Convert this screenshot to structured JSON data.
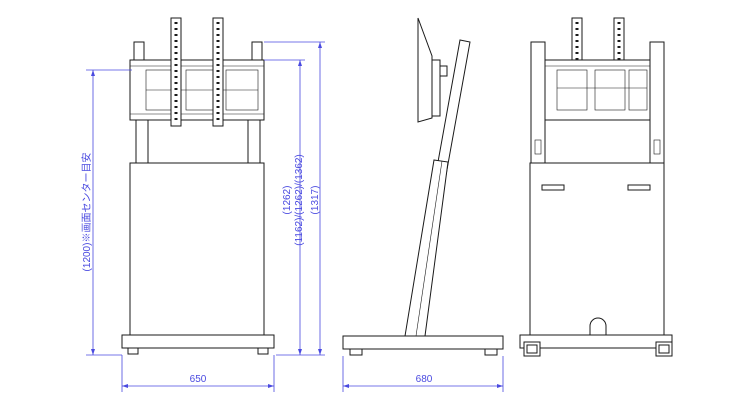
{
  "colors": {
    "line": "#1a1a1a",
    "dimension": "#4a4ae0",
    "background": "#ffffff"
  },
  "front_view": {
    "width_label": "650",
    "center_height_label": "(1200)※画面センター目安",
    "height_option_label_1": "(1162)/(1262)/(1362)",
    "height_option_label_2": "(1262)",
    "total_height_label": "(1317)"
  },
  "side_view": {
    "depth_label": "680"
  }
}
